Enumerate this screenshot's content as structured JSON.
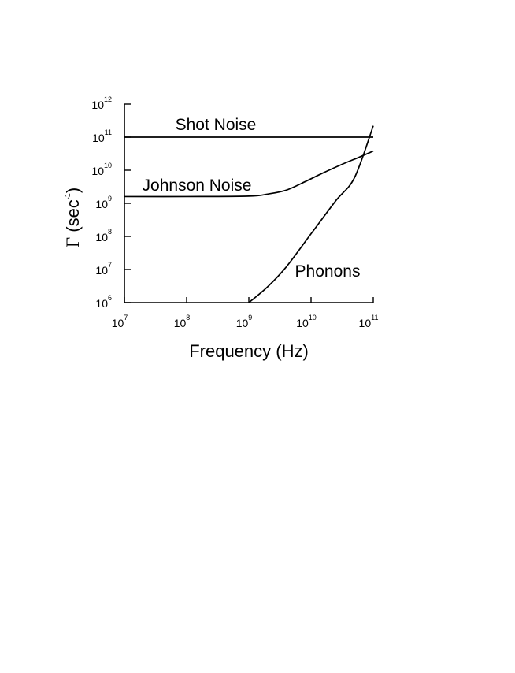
{
  "chart_data": {
    "type": "line",
    "xscale": "log",
    "yscale": "log",
    "xlim": [
      10000000.0,
      100000000000.0
    ],
    "ylim": [
      1000000.0,
      1000000000000.0
    ],
    "xlabel": "Frequency (Hz)",
    "ylabel": {
      "symbol": "Γ",
      "text": " (sec",
      "exponent": "-1",
      "close": ")"
    },
    "grid": false,
    "x_ticks": [
      {
        "base": "10",
        "exp": "7"
      },
      {
        "base": "10",
        "exp": "8"
      },
      {
        "base": "10",
        "exp": "9"
      },
      {
        "base": "10",
        "exp": "10"
      },
      {
        "base": "10",
        "exp": "11"
      }
    ],
    "y_ticks": [
      {
        "base": "10",
        "exp": "6"
      },
      {
        "base": "10",
        "exp": "7"
      },
      {
        "base": "10",
        "exp": "8"
      },
      {
        "base": "10",
        "exp": "9"
      },
      {
        "base": "10",
        "exp": "10"
      },
      {
        "base": "10",
        "exp": "11"
      },
      {
        "base": "10",
        "exp": "12"
      }
    ],
    "series": [
      {
        "name": "Shot Noise",
        "x": [
          10000000.0,
          100000000.0,
          1000000000.0,
          10000000000.0,
          100000000000.0
        ],
        "y": [
          100000000000.0,
          100000000000.0,
          100000000000.0,
          100000000000.0,
          100000000000.0
        ]
      },
      {
        "name": "Johnson Noise",
        "x": [
          10000000.0,
          100000000.0,
          1000000000.0,
          2000000000.0,
          4000000000.0,
          8000000000.0,
          15000000000.0,
          30000000000.0,
          60000000000.0,
          100000000000.0
        ],
        "y": [
          1600000000.0,
          1600000000.0,
          1650000000.0,
          1900000000.0,
          2500000000.0,
          4500000000.0,
          8000000000.0,
          14500000000.0,
          25000000000.0,
          38000000000.0
        ]
      },
      {
        "name": "Phonons",
        "x": [
          1000000000.0,
          2000000000.0,
          4000000000.0,
          10000000000.0,
          25000000000.0,
          50000000000.0,
          100000000000.0
        ],
        "y": [
          1000000.0,
          3000000.0,
          12000000.0,
          120000000.0,
          1200000000.0,
          6000000000.0,
          220000000000.0
        ]
      }
    ]
  }
}
